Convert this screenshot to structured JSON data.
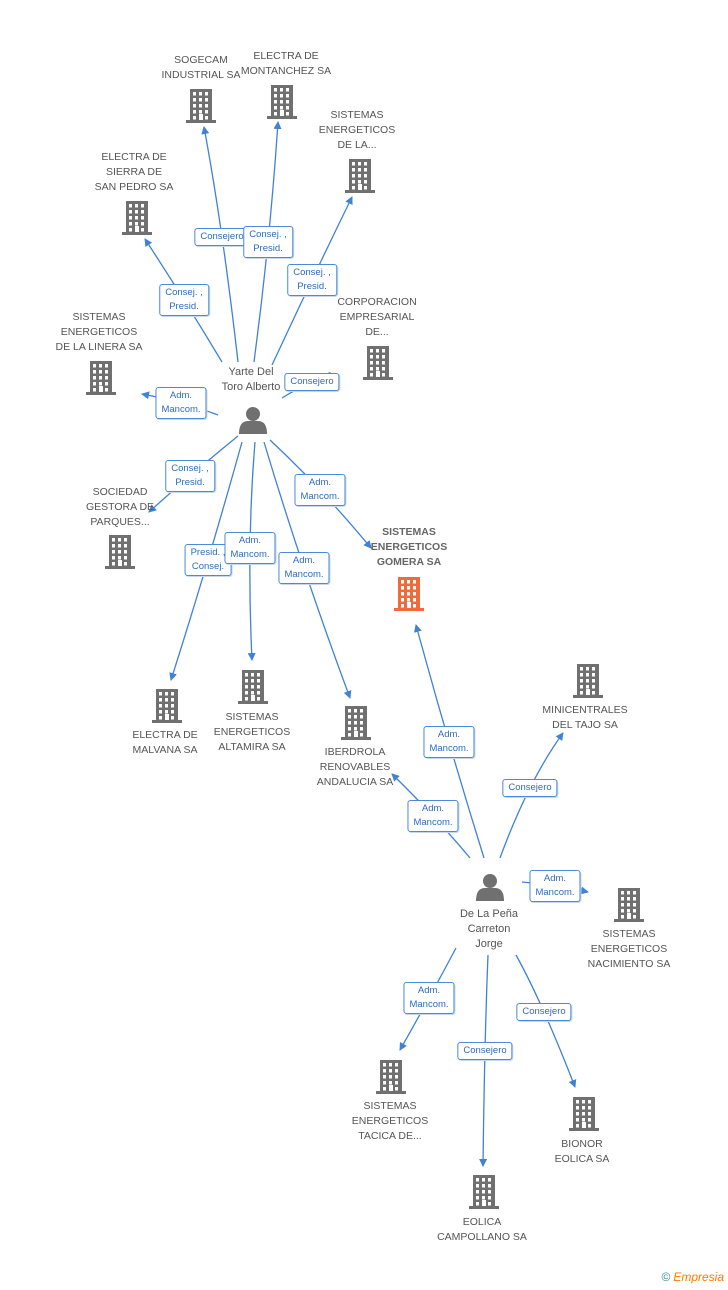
{
  "nodes": [
    {
      "id": "sogecam",
      "type": "company",
      "label": "SOGECAM\nINDUSTRIAL SA"
    },
    {
      "id": "montanchez",
      "type": "company",
      "label": "ELECTRA DE\nMONTANCHEZ SA"
    },
    {
      "id": "sist_la",
      "type": "company",
      "label": "SISTEMAS\nENERGETICOS\nDE LA..."
    },
    {
      "id": "sierra",
      "type": "company",
      "label": "ELECTRA DE\nSIERRA DE\nSAN PEDRO SA"
    },
    {
      "id": "corporacion",
      "type": "company",
      "label": "CORPORACION\nEMPRESARIAL\nDE..."
    },
    {
      "id": "linera",
      "type": "company",
      "label": "SISTEMAS\nENERGETICOS\nDE LA LINERA SA"
    },
    {
      "id": "yarte",
      "type": "person",
      "label": "Yarte Del\nToro Alberto"
    },
    {
      "id": "sociedad",
      "type": "company",
      "label": "SOCIEDAD\nGESTORA DE\nPARQUES..."
    },
    {
      "id": "gomera",
      "type": "company",
      "main": true,
      "label": "SISTEMAS\nENERGETICOS\nGOMERA SA"
    },
    {
      "id": "malvana",
      "type": "company",
      "label": "ELECTRA DE\nMALVANA SA"
    },
    {
      "id": "altamira",
      "type": "company",
      "label": "SISTEMAS\nENERGETICOS\nALTAMIRA SA"
    },
    {
      "id": "iberdrola",
      "type": "company",
      "label": "IBERDROLA\nRENOVABLES\nANDALUCIA SA"
    },
    {
      "id": "minicentrales",
      "type": "company",
      "label": "MINICENTRALES\nDEL TAJO SA"
    },
    {
      "id": "delapena",
      "type": "person",
      "label": "De La Peña\nCarreton\nJorge"
    },
    {
      "id": "nacimiento",
      "type": "company",
      "label": "SISTEMAS\nENERGETICOS\nNACIMIENTO SA"
    },
    {
      "id": "tacica",
      "type": "company",
      "label": "SISTEMAS\nENERGETICOS\nTACICA DE..."
    },
    {
      "id": "bionor",
      "type": "company",
      "label": "BIONOR\nEOLICA SA"
    },
    {
      "id": "campollano",
      "type": "company",
      "label": "EOLICA\nCAMPOLLANO SA"
    }
  ],
  "edges": [
    {
      "from": "yarte",
      "to": "sogecam",
      "label": "Consejero"
    },
    {
      "from": "yarte",
      "to": "montanchez",
      "label": "Consej. ,\nPresid."
    },
    {
      "from": "yarte",
      "to": "sist_la",
      "label": "Consej. ,\nPresid."
    },
    {
      "from": "yarte",
      "to": "sierra",
      "label": "Consej. ,\nPresid."
    },
    {
      "from": "yarte",
      "to": "corporacion",
      "label": "Consejero"
    },
    {
      "from": "yarte",
      "to": "linera",
      "label": "Adm.\nMancom."
    },
    {
      "from": "yarte",
      "to": "sociedad",
      "label": "Consej. ,\nPresid."
    },
    {
      "from": "yarte",
      "to": "gomera",
      "label": "Adm.\nMancom."
    },
    {
      "from": "yarte",
      "to": "malvana",
      "label": "Presid. ,\nConsej."
    },
    {
      "from": "yarte",
      "to": "altamira",
      "label": "Adm.\nMancom."
    },
    {
      "from": "yarte",
      "to": "iberdrola",
      "label": "Adm.\nMancom."
    },
    {
      "from": "delapena",
      "to": "gomera",
      "label": "Adm.\nMancom."
    },
    {
      "from": "delapena",
      "to": "iberdrola",
      "label": "Adm.\nMancom."
    },
    {
      "from": "delapena",
      "to": "minicentrales",
      "label": "Consejero"
    },
    {
      "from": "delapena",
      "to": "nacimiento",
      "label": "Adm.\nMancom."
    },
    {
      "from": "delapena",
      "to": "tacica",
      "label": "Adm.\nMancom."
    },
    {
      "from": "delapena",
      "to": "bionor",
      "label": "Consejero"
    },
    {
      "from": "delapena",
      "to": "campollano",
      "label": "Consejero"
    }
  ],
  "colors": {
    "edge": "#3f82d6",
    "company": "#707070",
    "main_company": "#f26a3a",
    "person": "#707070",
    "label_text": "#555555",
    "edge_label_text": "#2f6bbf"
  },
  "icons": {
    "company": "building-icon",
    "person": "person-icon"
  },
  "brand": {
    "symbol": "©",
    "name": "Empresia"
  }
}
